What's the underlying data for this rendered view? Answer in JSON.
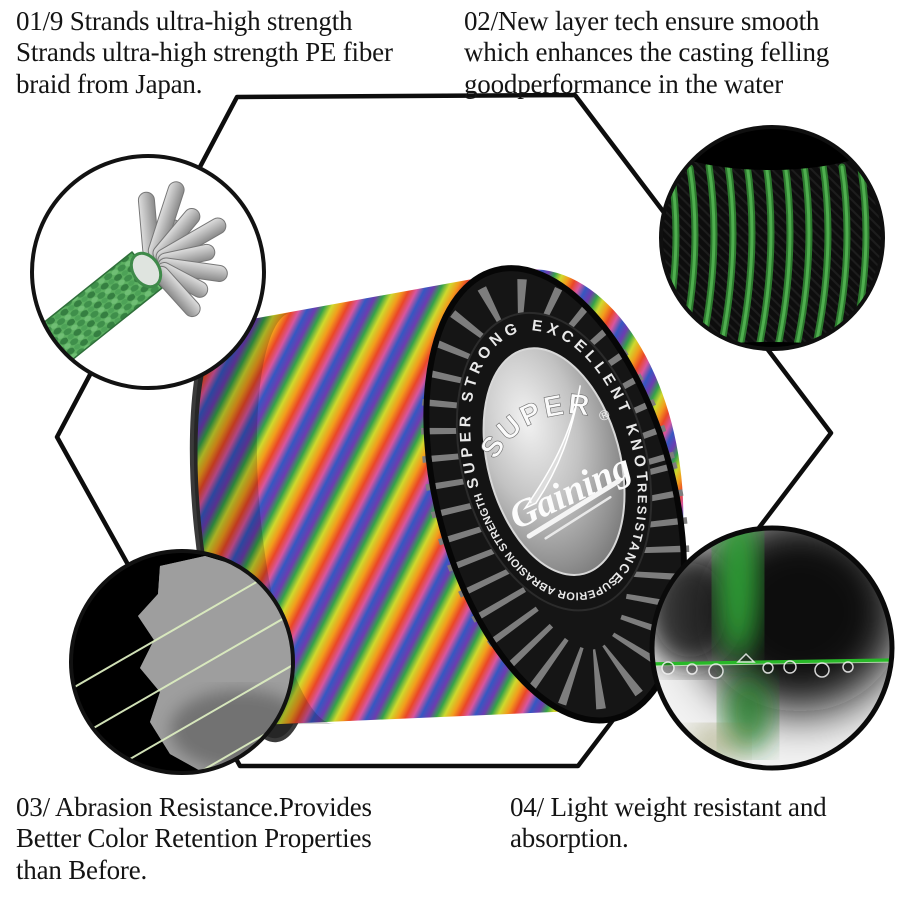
{
  "callouts": {
    "item1": "01/9 Strands ultra-high strength\nStrands ultra-high strength PE fiber\nbraid from Japan.",
    "item2": "02/New layer tech ensure smooth\nwhich enhances the casting felling\ngoodperformance in the water",
    "item3": "03/ Abrasion Resistance.Provides\nBetter Color Retention Properties\nthan Before.",
    "item4": "04/ Light weight resistant and\nabsorption."
  },
  "spool": {
    "ring_text_top": "SUPER STRONG EXCELLENT KNOT",
    "ring_text_right": "RESISTANCE",
    "ring_text_bottom": "SUPERIOR ABRASION STRENGTH",
    "center_word": "SUPER",
    "brand": "Gaining",
    "registered": "®"
  },
  "colors": {
    "hexagon_line": "#0d0d0d",
    "line_green": "#3f9b3f",
    "rainbow_palette": [
      "#35a24a",
      "#cfd92d",
      "#f29c1c",
      "#ea4727",
      "#d8559e",
      "#3558c2",
      "#6d3cb0"
    ]
  }
}
